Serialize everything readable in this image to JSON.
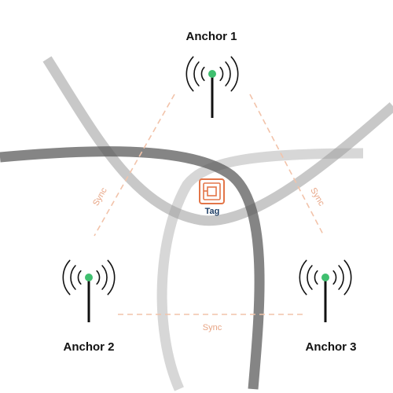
{
  "anchors": [
    {
      "label": "Anchor 1"
    },
    {
      "label": "Anchor 2"
    },
    {
      "label": "Anchor 3"
    }
  ],
  "tag": {
    "label": "Tag"
  },
  "sync_labels": {
    "left": "Sync",
    "right": "Sync",
    "bottom": "Sync"
  },
  "colors": {
    "background": "#ffffff",
    "path_dark": "#646464",
    "path_mid": "#9a9a9a",
    "path_light": "#d0d0d0",
    "sync_line": "#f0c0a6",
    "sync_text": "#e8a585",
    "tag_icon": "#e37548",
    "tag_text": "#1f3f66",
    "anchor_led": "#3fbf6f",
    "anchor_body": "#111111",
    "anchor_text": "#111111"
  },
  "icons": {
    "anchor": "antenna-icon",
    "tag": "rfid-tag-icon"
  }
}
